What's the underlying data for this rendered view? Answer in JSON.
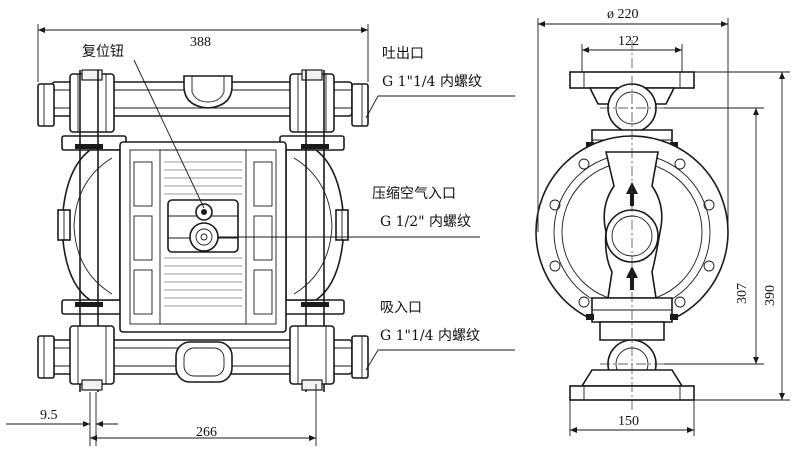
{
  "dimensions": {
    "front_width": "388",
    "front_pitch": "266",
    "front_offset": "9.5",
    "side_diameter": "ø 220",
    "side_top_width": "122",
    "side_base_width": "150",
    "side_mid_height": "307",
    "side_total_height": "390"
  },
  "labels": {
    "reset_button": "复位钮",
    "outlet_title": "吐出口",
    "outlet_thread": "G 1\"1/4 内螺纹",
    "air_inlet_title": "压缩空气入口",
    "air_inlet_thread": "G 1/2\" 内螺纹",
    "suction_title": "吸入口",
    "suction_thread": "G 1\"1/4 内螺纹"
  }
}
